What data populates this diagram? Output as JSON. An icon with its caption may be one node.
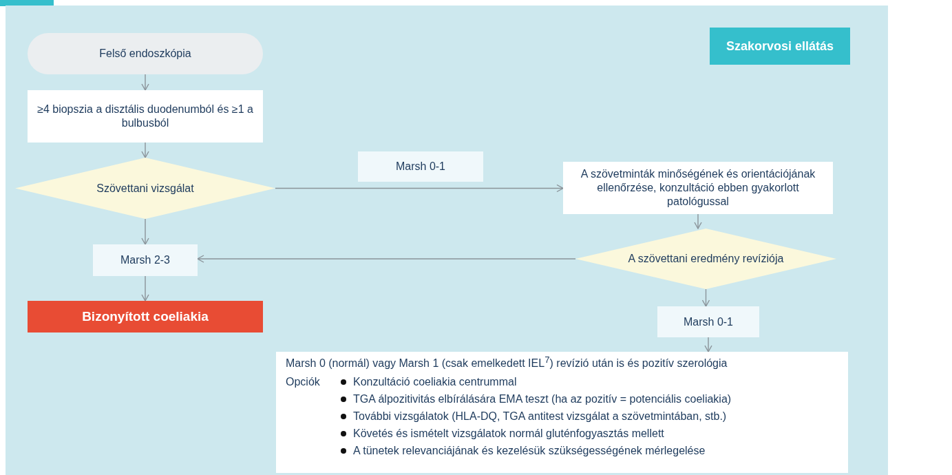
{
  "diagram": {
    "nodes": [
      {
        "text": [
          "Szakorvosi ellátás"
        ]
      },
      {
        "text": [
          "Felső endoszkópia"
        ]
      },
      {
        "text": [
          "≥4 biopszia a disztális duodenumból és ≥1 a bulbusból"
        ]
      },
      {
        "text": [
          "Szövettani vizsgálat"
        ]
      },
      {
        "text": [
          "Marsh 0-1"
        ]
      },
      {
        "text": [
          "A szövetminták minőségének és orientációjának ellenőrzése, konzultáció ebben gyakorlott patológussal"
        ]
      },
      {
        "text": [
          "A szövettani eredmény revíziója"
        ]
      },
      {
        "text": [
          "Marsh 2-3"
        ]
      },
      {
        "text": [
          "Bizonyított coeliakia"
        ]
      },
      {
        "text": [
          "Marsh 0-1"
        ]
      },
      {
        "text": [
          "Marsh 0 (normál) vagy Marsh 1 (csak emelkedett IEL$^{7}$) revízió után is és pozitív szerológia",
          "Opciók",
          "Konzultáció coeliakia centrummal",
          "TGA álpozitivitás elbírálására EMA teszt (ha az pozitív = potenciális coeliakia)",
          "További vizsgálatok (HLA-DQ, TGA antitest vizsgálat a szövetmintában, stb.)",
          "Követés és ismételt vizsgálatok normál gluténfogyasztás mellett",
          "A tünetek relevanciájának és kezelésük szükségességének mérlegelése"
        ]
      }
    ],
    "edges": [
      {
        "from": 1,
        "to": 2,
        "arrow": "to"
      },
      {
        "from": 2,
        "to": 3,
        "arrow": "to"
      },
      {
        "from": 3,
        "to": 7,
        "arrow": "to"
      },
      {
        "from": 7,
        "to": 8,
        "arrow": "to"
      },
      {
        "from": 3,
        "to": 5,
        "arrow": "to"
      },
      {
        "from": 5,
        "to": 6,
        "arrow": "to"
      },
      {
        "from": 6,
        "to": 7,
        "arrow": "to"
      },
      {
        "from": 6,
        "to": 9,
        "arrow": "to"
      },
      {
        "from": 9,
        "to": 10,
        "arrow": "to"
      }
    ]
  }
}
